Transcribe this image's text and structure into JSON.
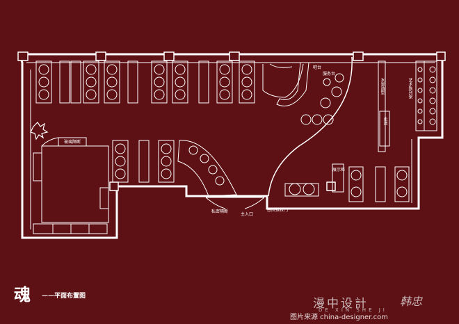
{
  "title": {
    "char": "魂",
    "subtitle": "——平面布置图"
  },
  "labels": {
    "bar_top": "吧台",
    "service_counter": "服务台",
    "entrance": "主入口",
    "sliding_door": "感应推拉门",
    "glass_partition": "玻璃隔断",
    "privacy_partition": "私密隔断",
    "water_display": "水景造型",
    "shelf": "艺术陈列架",
    "corridor": "走道",
    "display": "展示柜"
  },
  "branding": {
    "studio_name": "漫中设計",
    "studio_pinyin": "DE XIN SHE JI",
    "signature": "韩忠",
    "watermark": "图片来源 china-designer.com"
  },
  "colors": {
    "background": "#5e1114",
    "lines": "#ffffff"
  }
}
